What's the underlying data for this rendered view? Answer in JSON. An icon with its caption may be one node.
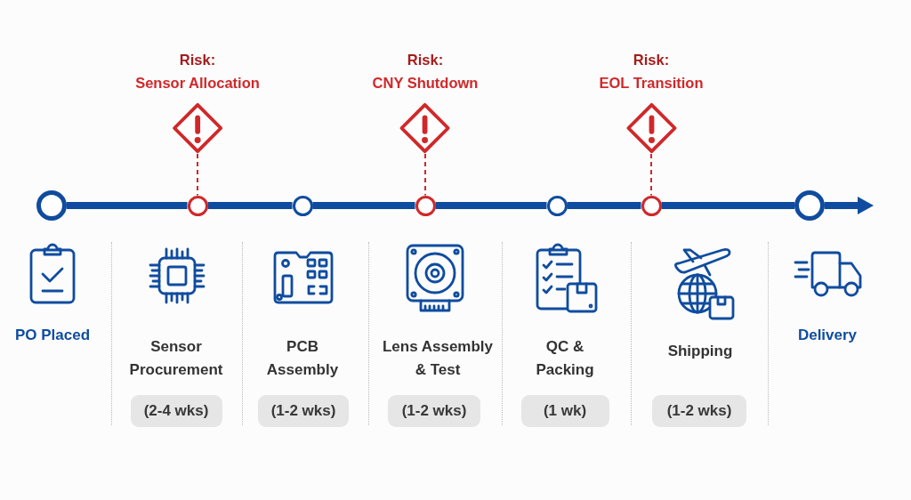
{
  "diagram": {
    "nodes": [
      {
        "text": [
          "Risk:",
          "Sensor Allocation"
        ]
      },
      {
        "text": [
          "Risk:",
          "CNY Shutdown"
        ]
      },
      {
        "text": [
          "Risk:",
          "EOL Transition"
        ]
      },
      {
        "text": [],
        "shape": "circle"
      },
      {
        "text": [],
        "shape": "circle"
      },
      {
        "text": [],
        "shape": "circle"
      },
      {
        "text": [],
        "shape": "circle"
      },
      {
        "text": [],
        "shape": "circle"
      },
      {
        "text": [],
        "shape": "circle"
      },
      {
        "text": [],
        "shape": "circle"
      },
      {
        "text": [
          "(2-4 wks)"
        ]
      },
      {
        "text": [
          "(1-2 wks)"
        ]
      },
      {
        "text": [
          "(1-2 wks)"
        ]
      },
      {
        "text": [
          "(1 wk)"
        ]
      },
      {
        "text": [
          "(1-2 wks)"
        ]
      }
    ],
    "edges": [
      {
        "from": 3,
        "to": 4,
        "arrow": "none"
      },
      {
        "from": 4,
        "to": 5,
        "arrow": "none"
      },
      {
        "from": 5,
        "to": 6,
        "arrow": "none"
      },
      {
        "from": 6,
        "to": 7,
        "arrow": "none"
      },
      {
        "from": 7,
        "to": 8,
        "arrow": "none"
      },
      {
        "from": 8,
        "to": 9,
        "arrow": "none"
      },
      {
        "from": 9,
        "to": null,
        "arrow": "to"
      },
      {
        "from": 0,
        "to": 4,
        "arrow": "none",
        "style": "dashed",
        "color": "#d0282a"
      },
      {
        "from": 1,
        "to": 6,
        "arrow": "none",
        "style": "dashed",
        "color": "#d0282a"
      },
      {
        "from": 2,
        "to": 8,
        "arrow": "none",
        "style": "dashed",
        "color": "#d0282a"
      }
    ],
    "labels": [
      "PO Placed",
      "Sensor Procurement",
      "PCB Assembly",
      "Lens Assembly & Test",
      "QC & Packing",
      "Shipping",
      "Delivery"
    ]
  }
}
